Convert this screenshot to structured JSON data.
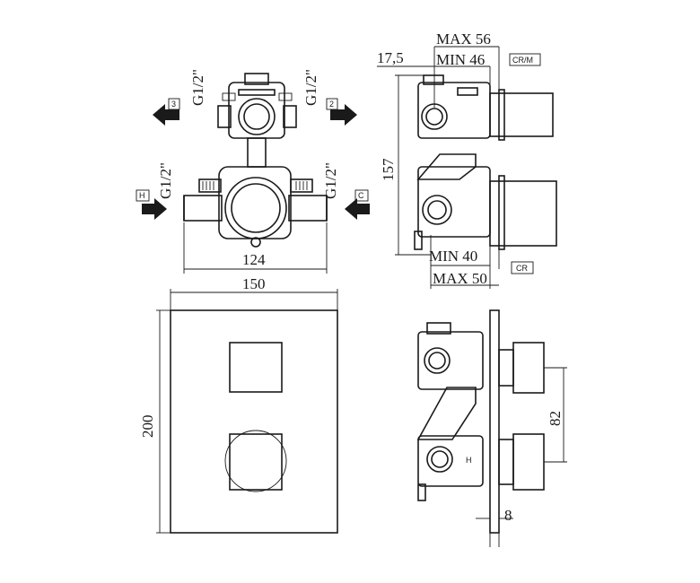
{
  "dimensions": {
    "top_width": "124",
    "plate_width": "150",
    "plate_height": "200",
    "side_height": "157",
    "offset_17_5": "17,5",
    "max_56": "MAX 56",
    "min_46": "MIN 46",
    "min_40": "MIN 40",
    "max_50": "MAX 50",
    "spacing_82": "82",
    "plate_thickness": "8"
  },
  "thread_labels": {
    "upper_left": "G1/2\"",
    "upper_right": "G1/2\"",
    "lower_left": "G1/2\"",
    "lower_right": "G1/2\""
  },
  "port_labels": {
    "outlet_3": "3",
    "outlet_2": "2",
    "inlet_hot": "H",
    "inlet_cold": "C"
  },
  "finish_tags": {
    "top": "CR/M",
    "bottom": "CR"
  },
  "body_marks": {
    "hot_mark": "H"
  }
}
